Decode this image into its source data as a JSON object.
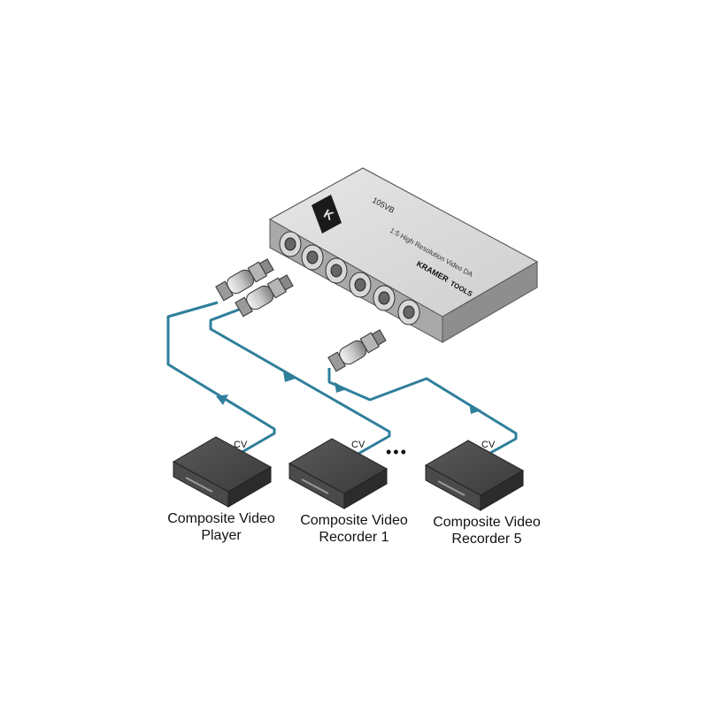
{
  "distributor": {
    "brand": "KRAMER",
    "brand_line": "TOOLS",
    "model": "105VB",
    "description": "1:5 High Resolution Video DA",
    "logo_glyph": "K"
  },
  "devices": [
    {
      "line1": "Composite Video",
      "line2": "Player",
      "port": "CV"
    },
    {
      "line1": "Composite Video",
      "line2": "Recorder 1",
      "port": "CV"
    },
    {
      "line1": "Composite Video",
      "line2": "Recorder 5",
      "port": "CV"
    }
  ],
  "ellipsis": "•••",
  "colors": {
    "cable": "#2f7f9b",
    "cable_dark": "#1e5f78",
    "box_top": "#d9d9d9",
    "box_front": "#b8b8b8",
    "device_dark": "#3a3a3a"
  }
}
